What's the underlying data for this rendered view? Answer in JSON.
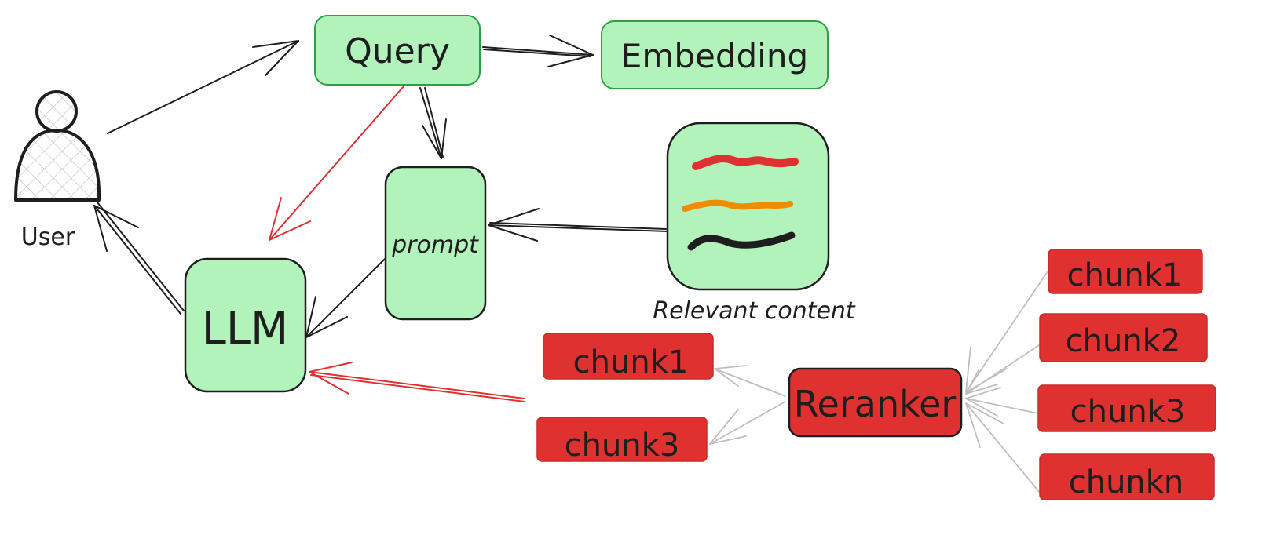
{
  "diagram": {
    "nodes": {
      "user": {
        "label": "User"
      },
      "query": {
        "label": "Query",
        "fill": "#b2f2bb",
        "stroke": "#2f9e44"
      },
      "embedding": {
        "label": "Embedding",
        "fill": "#b2f2bb",
        "stroke": "#2f9e44"
      },
      "prompt": {
        "label": "prompt",
        "fill": "#b2f2bb",
        "stroke": "#1e1e1e"
      },
      "llm": {
        "label": "LLM",
        "fill": "#b2f2bb",
        "stroke": "#1e1e1e"
      },
      "relevant_content": {
        "label": "Relevant content",
        "fill": "#b2f2bb",
        "stroke": "#1e1e1e"
      },
      "reranker": {
        "label": "Reranker",
        "fill": "#e03131",
        "stroke": "#1e1e1e"
      },
      "input_chunks": [
        {
          "label": "chunk1"
        },
        {
          "label": "chunk2"
        },
        {
          "label": "chunk3"
        },
        {
          "label": "chunkn"
        }
      ],
      "output_chunks": [
        {
          "label": "chunk1"
        },
        {
          "label": "chunk3"
        }
      ]
    },
    "colors": {
      "chunk_fill": "#e03131",
      "line_black": "#1e1e1e",
      "line_red": "#e03131",
      "line_gray": "#bfbfbf",
      "squiggle_red": "#e03131",
      "squiggle_orange": "#f08c00",
      "squiggle_black": "#1e1e1e"
    }
  }
}
